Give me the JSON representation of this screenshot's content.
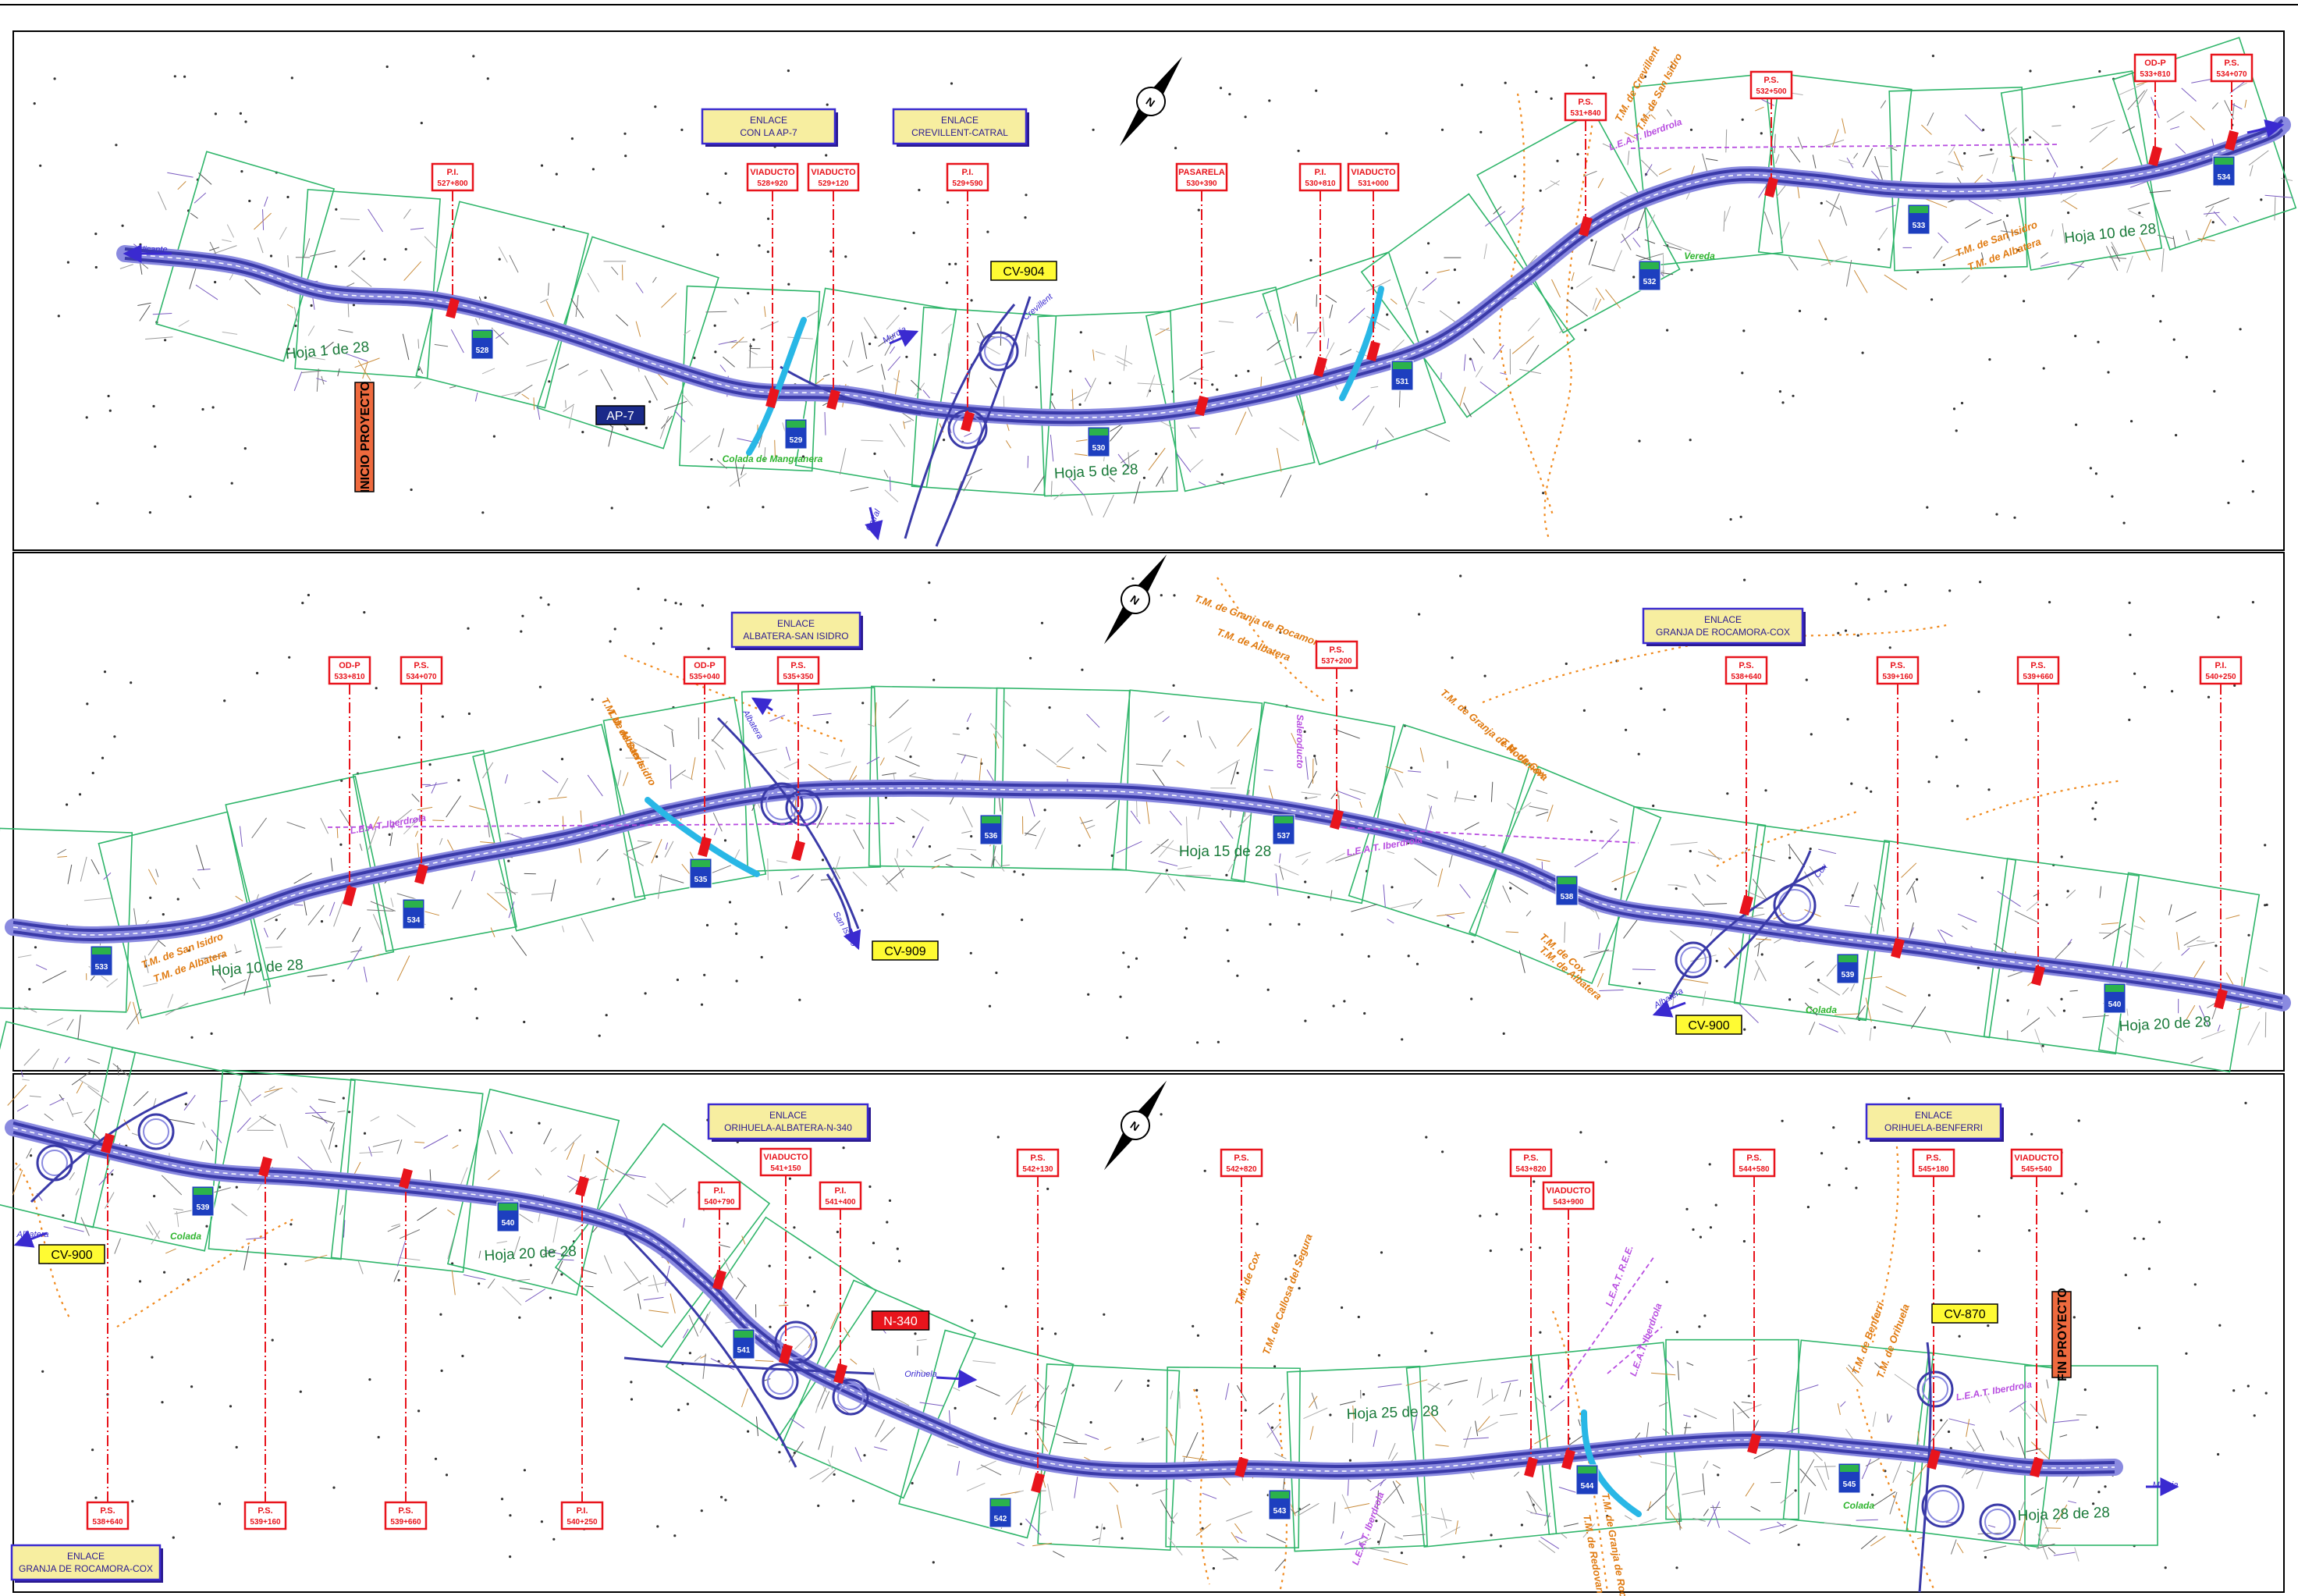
{
  "colors": {
    "road": "#3a3aa8",
    "roadLight": "#8a8ae0",
    "sheet": "#2fb56a",
    "callout": "#e8141c",
    "enlaceFill": "#f7eea0",
    "enlaceBorder": "#3a2ad0",
    "roadTagFill": "#fffb33",
    "boundary": "#f08a1e",
    "powerline": "#b84ee0",
    "kmBadge": "#1d3fbf",
    "water": "#29b7e6"
  },
  "panels": [
    {
      "name": "panel-1",
      "enlaces": [
        {
          "line1": "ENLACE",
          "line2": "CON LA AP-7"
        },
        {
          "line1": "ENLACE",
          "line2": "CREVILLENT-CATRAL"
        }
      ],
      "callouts": [
        {
          "type": "P.I.",
          "pk": "527+800"
        },
        {
          "type": "VIADUCTO",
          "pk": "528+920"
        },
        {
          "type": "VIADUCTO",
          "pk": "529+120"
        },
        {
          "type": "P.I.",
          "pk": "529+590"
        },
        {
          "type": "PASARELA",
          "pk": "530+390"
        },
        {
          "type": "P.I.",
          "pk": "530+810"
        },
        {
          "type": "VIADUCTO",
          "pk": "531+000"
        },
        {
          "type": "P.S.",
          "pk": "531+840"
        },
        {
          "type": "P.S.",
          "pk": "532+500"
        },
        {
          "type": "OD-P",
          "pk": "533+810"
        },
        {
          "type": "P.S.",
          "pk": "534+070"
        }
      ],
      "hojas": [
        "Hoja 1 de 28",
        "Hoja 5 de 28",
        "Hoja 10 de 28"
      ],
      "roadTags": [
        "CV-904"
      ],
      "navyTags": [
        "AP-7"
      ],
      "orangeTags": [
        "INICIO PROYECTO"
      ],
      "kmBadges": [
        "528",
        "529",
        "530",
        "531",
        "532",
        "533",
        "534"
      ],
      "greenLabels": [
        "Colada de Mangranera",
        "Vereda"
      ],
      "blueLabels": [
        "Alicante",
        "Murcia",
        "Crevillent",
        "Catral"
      ],
      "purpleLabels": [
        "L.E.A.T. Iberdrola"
      ],
      "orangeLabels": [
        "T.M. de Crevillent",
        "T.M. de San Isidro",
        "T.M. de San Isidro",
        "T.M. de Albatera"
      ]
    },
    {
      "name": "panel-2",
      "enlaces": [
        {
          "line1": "ENLACE",
          "line2": "ALBATERA-SAN ISIDRO"
        },
        {
          "line1": "ENLACE",
          "line2": "GRANJA DE ROCAMORA-COX"
        }
      ],
      "callouts": [
        {
          "type": "OD-P",
          "pk": "533+810"
        },
        {
          "type": "P.S.",
          "pk": "534+070"
        },
        {
          "type": "OD-P",
          "pk": "535+040"
        },
        {
          "type": "P.S.",
          "pk": "535+350"
        },
        {
          "type": "P.S.",
          "pk": "537+200"
        },
        {
          "type": "P.S.",
          "pk": "538+640"
        },
        {
          "type": "P.S.",
          "pk": "539+160"
        },
        {
          "type": "P.S.",
          "pk": "539+660"
        },
        {
          "type": "P.I.",
          "pk": "540+250"
        }
      ],
      "hojas": [
        "Hoja 10 de 28",
        "Hoja 15 de 28",
        "Hoja 20 de 28"
      ],
      "roadTags": [
        "CV-909",
        "CV-900"
      ],
      "kmBadges": [
        "533",
        "534",
        "535",
        "536",
        "537",
        "538",
        "539",
        "540"
      ],
      "greenLabels": [
        "Colada"
      ],
      "blueLabels": [
        "Albatera",
        "San Isidro",
        "Albatera",
        "Cox"
      ],
      "purpleLabels": [
        "L.E.A.T. Iberdrola",
        "L.E.A.T. Iberdrola",
        "Saleroducto"
      ],
      "orangeLabels": [
        "T.M. de San Isidro",
        "T.M. de Albatera",
        "T.M. de Albatera",
        "T.M. de San Isidro",
        "T.M. de Granja de Rocamora",
        "T.M. de Albatera",
        "T.M. de Granja de Rocamora",
        "T.M. de Cox",
        "T.M. de Cox",
        "T.M. de Albatera"
      ]
    },
    {
      "name": "panel-3",
      "enlaces": [
        {
          "line1": "ENLACE",
          "line2": "ORIHUELA-ALBATERA-N-340"
        },
        {
          "line1": "ENLACE",
          "line2": "ORIHUELA-BENFERRI"
        },
        {
          "line1": "ENLACE",
          "line2": "GRANJA DE ROCAMORA-COX"
        }
      ],
      "callouts": [
        {
          "type": "P.I.",
          "pk": "540+790"
        },
        {
          "type": "VIADUCTO",
          "pk": "541+150"
        },
        {
          "type": "P.I.",
          "pk": "541+400"
        },
        {
          "type": "P.S.",
          "pk": "542+130"
        },
        {
          "type": "P.S.",
          "pk": "542+820"
        },
        {
          "type": "P.S.",
          "pk": "543+820"
        },
        {
          "type": "VIADUCTO",
          "pk": "543+900"
        },
        {
          "type": "P.S.",
          "pk": "544+580"
        },
        {
          "type": "P.S.",
          "pk": "545+180"
        },
        {
          "type": "VIADUCTO",
          "pk": "545+540"
        },
        {
          "type": "P.S.",
          "pk": "538+640"
        },
        {
          "type": "P.S.",
          "pk": "539+160"
        },
        {
          "type": "P.S.",
          "pk": "539+660"
        },
        {
          "type": "P.I.",
          "pk": "540+250"
        }
      ],
      "hojas": [
        "Hoja 20 de 28",
        "Hoja 25 de 28",
        "Hoja 28 de 28"
      ],
      "roadTags": [
        "CV-900",
        "CV-870"
      ],
      "redTags": [
        "N-340"
      ],
      "orangeTags": [
        "FIN PROYECTO"
      ],
      "kmBadges": [
        "539",
        "540",
        "541",
        "542",
        "543",
        "544",
        "545"
      ],
      "greenLabels": [
        "Colada",
        "Colada"
      ],
      "blueLabels": [
        "Albatera",
        "Orihuela",
        "Murcia"
      ],
      "purpleLabels": [
        "L.E.A.T. R.E.E.",
        "L.E.A.T. Iberdrola",
        "L.E.A.T. Iberdrola",
        "L.E.A.T. Iberdrola"
      ],
      "orangeLabels": [
        "T.M. de Cox",
        "T.M. de Callosa del Segura",
        "T.M. de Redovan",
        "T.M. de Granja de Rocamora",
        "T.M. de Benferri",
        "T.M. de Orihuela"
      ]
    }
  ]
}
